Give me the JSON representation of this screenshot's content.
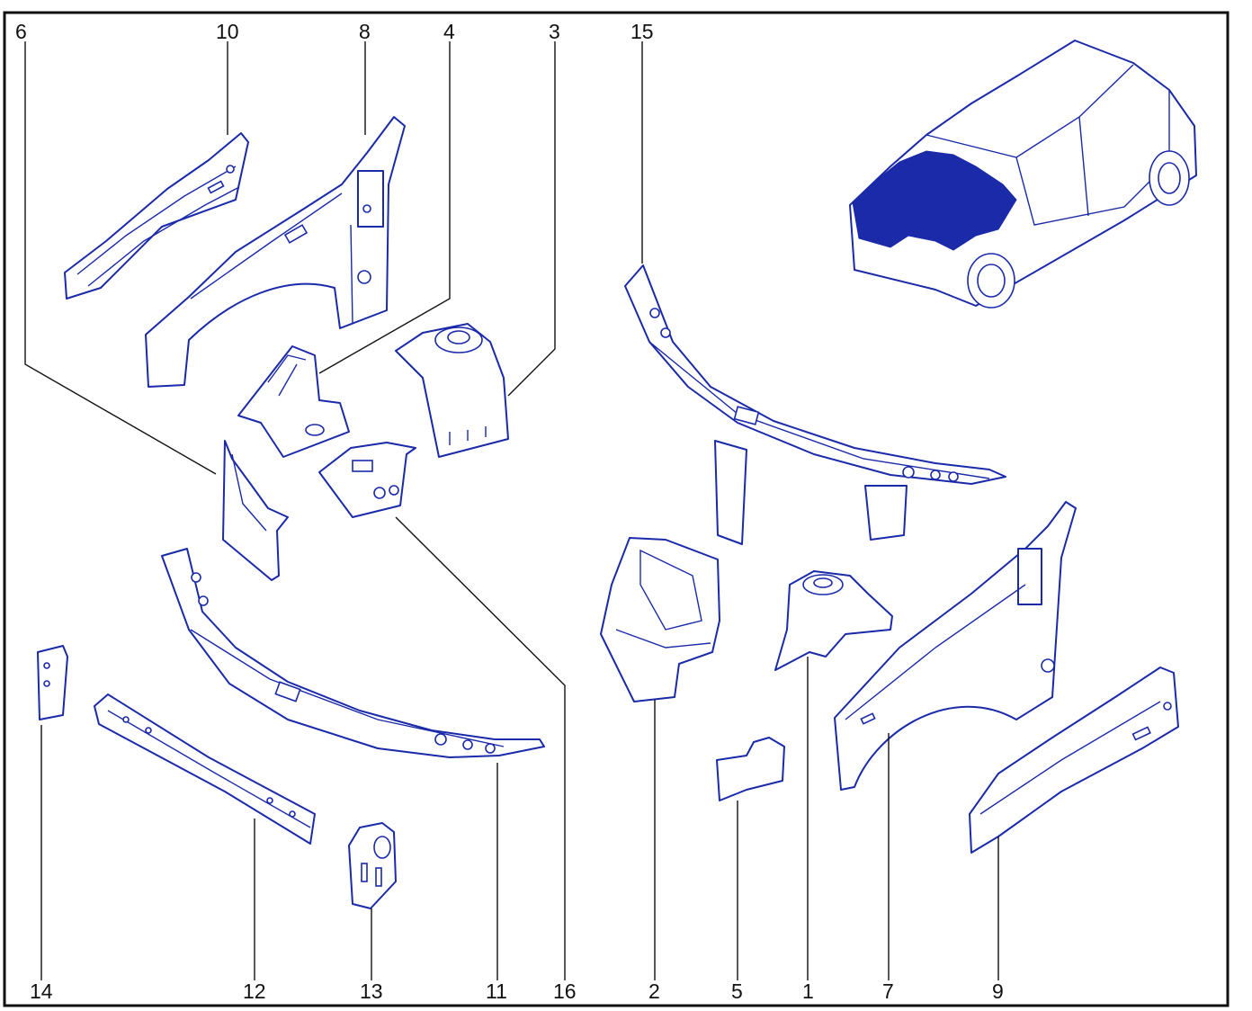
{
  "callouts": {
    "c6": "6",
    "c10": "10",
    "c8": "8",
    "c4": "4",
    "c3": "3",
    "c15": "15",
    "c14": "14",
    "c12": "12",
    "c13": "13",
    "c11": "11",
    "c16": "16",
    "c2": "2",
    "c5": "5",
    "c1": "1",
    "c7": "7",
    "c9": "9"
  },
  "colors": {
    "line_art": "#1a2aa8",
    "frame": "#111111",
    "background": "#ffffff"
  }
}
